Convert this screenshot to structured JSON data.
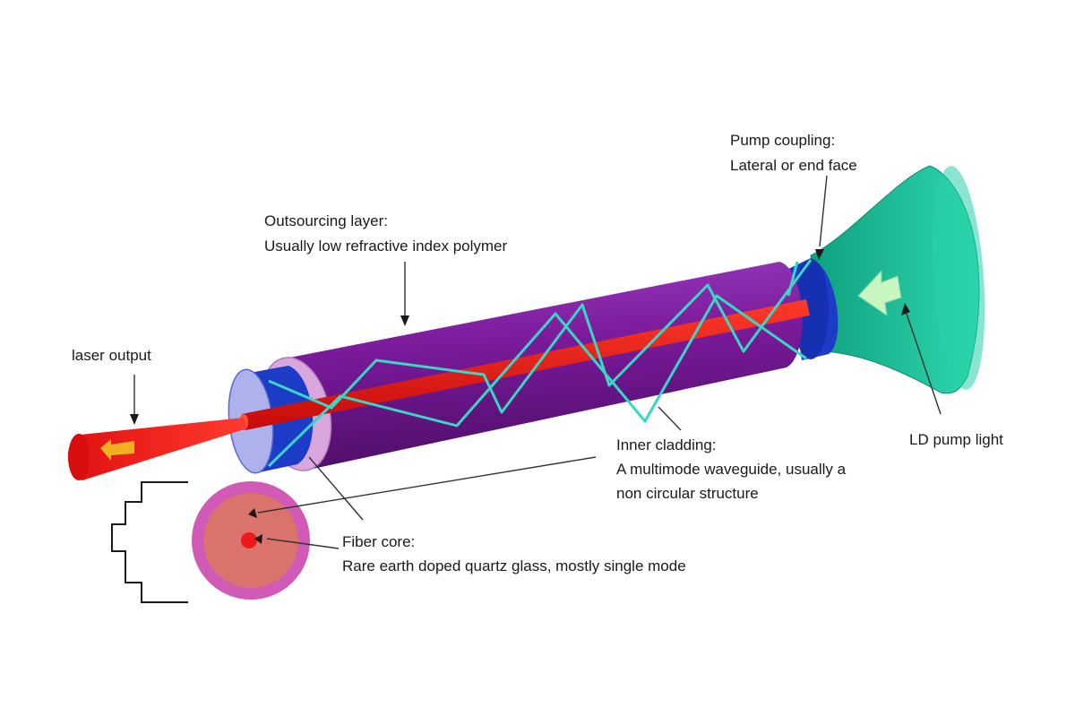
{
  "labels": {
    "pump_coupling": [
      "Pump coupling:",
      "Lateral or end face"
    ],
    "outsourcing_layer": [
      "Outsourcing layer:",
      "Usually low refractive index polymer"
    ],
    "laser_output": [
      "laser output"
    ],
    "ld_pump_light": [
      "LD pump light"
    ],
    "inner_cladding": [
      "Inner cladding:",
      "A multimode waveguide, usually a",
      "non circular structure"
    ],
    "fiber_core": [
      "Fiber core:",
      "Rare earth doped quartz glass, mostly single mode"
    ]
  },
  "colors": {
    "outer_layer": "#7a1a9a",
    "inner_cladding": "#1c3cc8",
    "core": "#e01212",
    "pump_ray": "#3ad6c4",
    "pump_cone": "#1fc49a",
    "end_face_ring": "#d9a6de",
    "cross_section_outer": "#d05ab6",
    "cross_section_inner": "#d9736b"
  },
  "icons": [
    "pump-direction-arrow-icon",
    "output-direction-arrow-icon"
  ]
}
